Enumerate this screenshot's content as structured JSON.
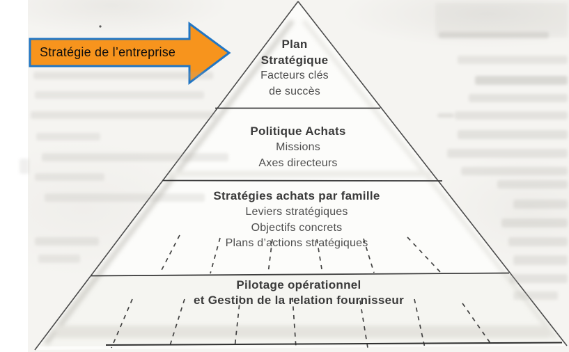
{
  "arrow": {
    "label": "Stratégie de l’entreprise",
    "fill_color": "#F7941D",
    "border_color": "#2176C4",
    "text_color": "#0d0d0d"
  },
  "pyramid": {
    "outline_color": "#4a4a4a",
    "divider_color": "#3c3c3c",
    "dash_color": "#2e2e2e",
    "levels": [
      {
        "name": "plan-strategique",
        "title_lines": [
          "Plan",
          "Stratégique"
        ],
        "details": [
          "Facteurs clés",
          "de succès"
        ]
      },
      {
        "name": "politique-achats",
        "title_lines": [
          "Politique Achats"
        ],
        "details": [
          "Missions",
          "Axes directeurs"
        ]
      },
      {
        "name": "strategies-achats-par-famille",
        "title_lines": [
          "Stratégies achats par famille"
        ],
        "details": [
          "Leviers stratégiques",
          "Objectifs concrets",
          "Plans d’actions stratégiques"
        ]
      },
      {
        "name": "pilotage-operationnel",
        "title_lines": [
          "Pilotage opérationnel",
          "et Gestion de la relation fournisseur"
        ],
        "details": []
      }
    ]
  }
}
